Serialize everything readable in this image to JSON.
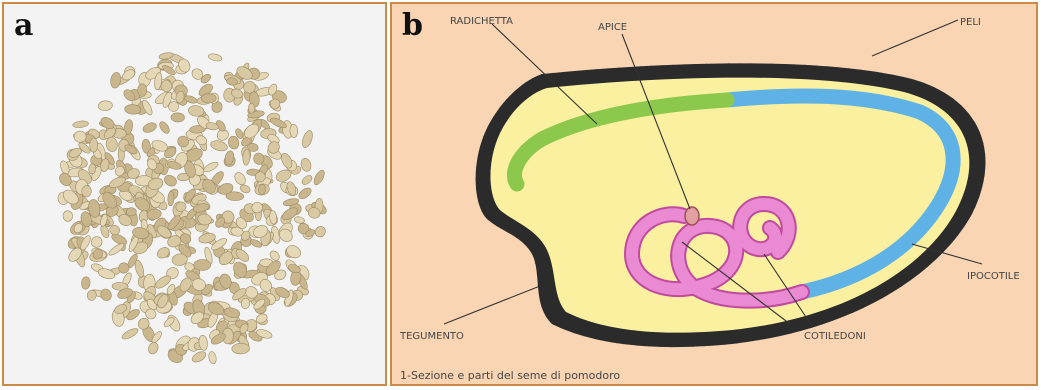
{
  "panel_a": {
    "letter": "a",
    "seed_color": "#d8c9a3",
    "background_color": "#f3f3f3"
  },
  "panel_b": {
    "letter": "b",
    "labels": {
      "radichetta": "RADICHETTA",
      "apice": "APICE",
      "peli": "PELI",
      "tegumento": "TEGUMENTO",
      "ipocotile": "IPOCOTILE",
      "cotiledoni": "COTILEDONI"
    },
    "caption": "1-Sezione e parti del seme di pomodoro",
    "colors": {
      "background": "#f9d5b4",
      "endosperm": "#faf0a0",
      "coat": "#2b2b2b",
      "radicle": "#8cc84b",
      "hypocotyl": "#5fb2e6",
      "cotyledons": "#e98ad2"
    }
  }
}
